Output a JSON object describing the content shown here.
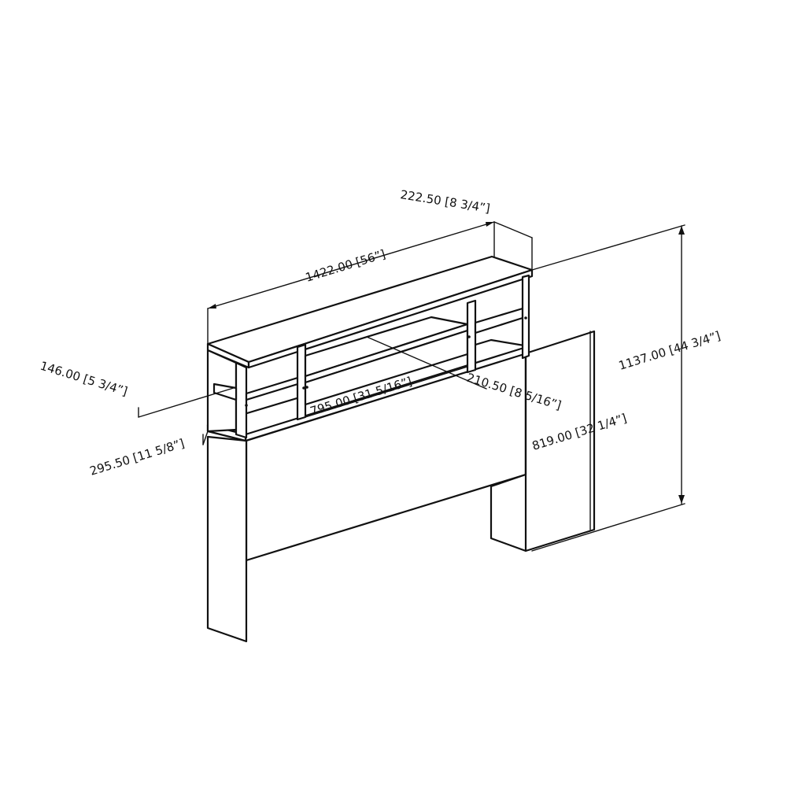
{
  "dimensions": {
    "overall_width": "1422.00 [56”]",
    "overall_height": "1137.00 [44 3/4”]",
    "leg_height": "819.00 [32 1/4”]",
    "depth": "222.50 [8 3/4”]",
    "inner_width": "795.00 [31 5/16”]",
    "inner_depth": "210.50 [8 5/16”]",
    "shelf_depth": "146.00 [5 3/4”]",
    "compartment_height": "295.50 [11 5/8”]"
  },
  "colors": {
    "line": "#111111",
    "background": "#ffffff"
  }
}
